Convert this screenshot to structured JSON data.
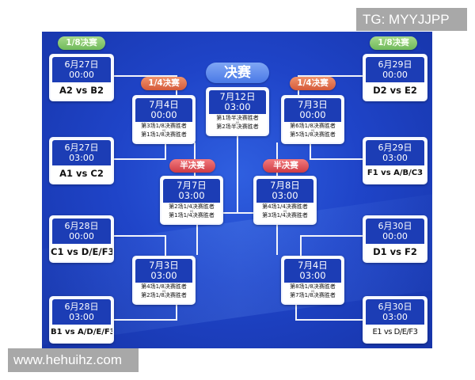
{
  "watermarks": {
    "top_right": "TG: MYYJJPP",
    "bottom_left": "www.hehuihz.com"
  },
  "labels": {
    "round_of_16": "1/8决赛",
    "quarter_final": "1/4决赛",
    "semi_final": "半决赛",
    "final": "决赛"
  },
  "colors": {
    "panel_blue": "#1f44c8",
    "box_header_blue": "#1c3db5",
    "r16_pill_green": "#8ccc72",
    "qf_pill_orange": "#e2744f",
    "sf_pill_red": "#e05a60",
    "final_pill_blue": "#5f8cec",
    "connector_white": "#f2f4fb"
  },
  "round_of_16": {
    "left": [
      {
        "date": "6月27日",
        "time": "00:00",
        "match": "A2 vs B2"
      },
      {
        "date": "6月27日",
        "time": "03:00",
        "match": "A1 vs C2"
      },
      {
        "date": "6月28日",
        "time": "00:00",
        "match": "C1 vs D/E/F3"
      },
      {
        "date": "6月28日",
        "time": "03:00",
        "match": "B1 vs A/D/E/F3"
      }
    ],
    "right": [
      {
        "date": "6月29日",
        "time": "00:00",
        "match": "D2 vs E2"
      },
      {
        "date": "6月29日",
        "time": "03:00",
        "match": "F1 vs A/B/C3"
      },
      {
        "date": "6月30日",
        "time": "00:00",
        "match": "D1 vs F2"
      },
      {
        "date": "6月30日",
        "time": "03:00",
        "match": "E1 vs D/E/F3 (obscured by watermark)"
      }
    ]
  },
  "quarter_finals": {
    "left_top": {
      "date": "7月4日",
      "time": "00:00",
      "team1": "第3场1/8决赛胜者",
      "vs": "vs",
      "team2": "第1场1/8决赛胜者"
    },
    "left_bottom": {
      "date": "7月3日",
      "time": "03:00",
      "team1": "第4场1/8决赛胜者",
      "vs": "vs",
      "team2": "第2场1/8决赛胜者"
    },
    "right_top": {
      "date": "7月3日",
      "time": "00:00",
      "team1": "第6场1/8决赛胜者",
      "vs": "vs",
      "team2": "第5场1/8决赛胜者"
    },
    "right_bottom": {
      "date": "7月4日",
      "time": "03:00",
      "team1": "第8场1/8决赛胜者",
      "vs": "vs",
      "team2": "第7场1/8决赛胜者"
    }
  },
  "semi_finals": {
    "left": {
      "date": "7月7日",
      "time": "03:00",
      "team1": "第2场1/4决赛胜者",
      "vs": "vs",
      "team2": "第1场1/4决赛胜者"
    },
    "right": {
      "date": "7月8日",
      "time": "03:00",
      "team1": "第4场1/4决赛胜者",
      "vs": "vs",
      "team2": "第3场1/4决赛胜者"
    }
  },
  "final": {
    "date": "7月12日",
    "time": "03:00",
    "team1": "第1场半决赛胜者",
    "vs": "vs",
    "team2": "第2场半决赛胜者"
  },
  "obscured_text": "E1 vs D/E/F3"
}
